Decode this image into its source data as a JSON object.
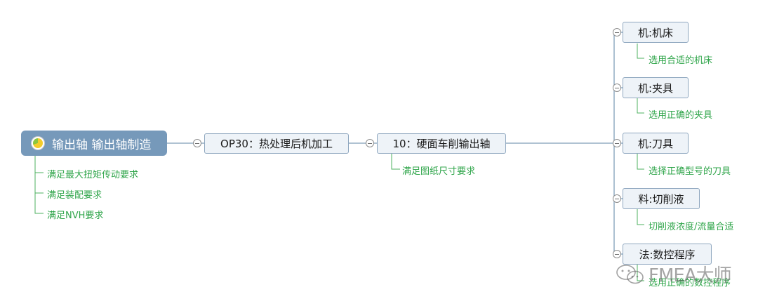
{
  "root": {
    "label": "输出轴 输出轴制造",
    "icon": "progress-pie-icon"
  },
  "root_notes": [
    "满足最大扭矩传动要求",
    "满足装配要求",
    "满足NVH要求"
  ],
  "op": {
    "label": "OP30：热处理后机加工"
  },
  "step": {
    "label": "10：硬面车削输出轴",
    "note": "满足图纸尺寸要求"
  },
  "branches": [
    {
      "label": "机:机床",
      "note": "选用合适的机床"
    },
    {
      "label": "机:夹具",
      "note": "选用正确的夹具"
    },
    {
      "label": "机:刀具",
      "note": "选择正确型号的刀具"
    },
    {
      "label": "料:切削液",
      "note": "切削液浓度/流量合适"
    },
    {
      "label": "法:数控程序",
      "note": "选用正确的数控程序"
    }
  ],
  "watermark": {
    "text": "FMEA大师",
    "icon": "wechat-icon"
  },
  "colors": {
    "connector": "#7f9db8",
    "note_text": "#2fa54a",
    "root_fill": "#7699ba"
  }
}
